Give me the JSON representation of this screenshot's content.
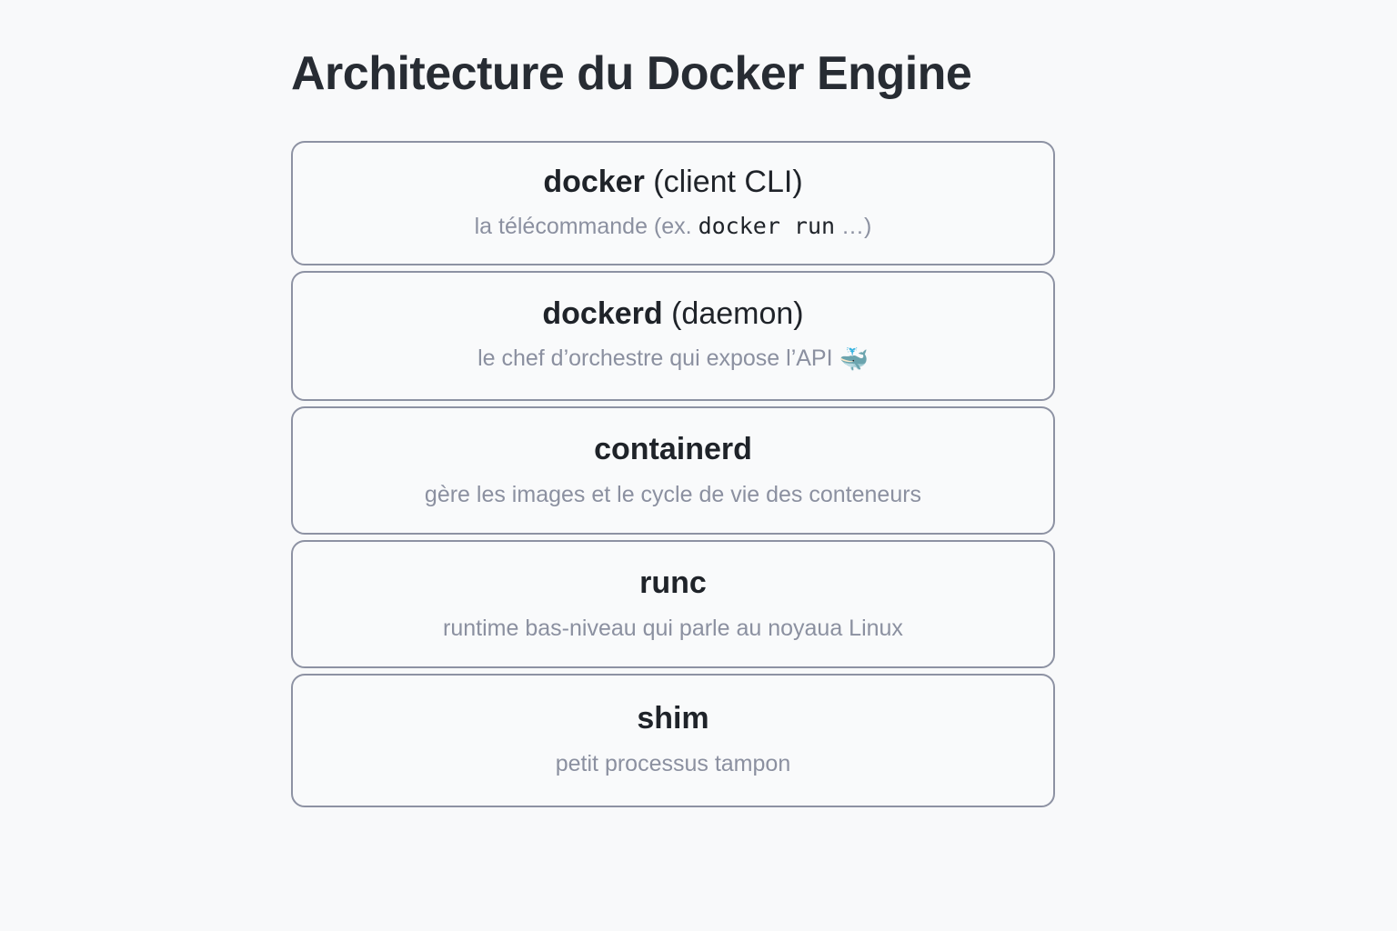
{
  "page": {
    "title": "Architecture du Docker Engine",
    "background_color": "#f8f9fa",
    "border_color": "#8d92a3",
    "title_color": "#272c33",
    "card_title_color": "#1f2329",
    "card_subtitle_color": "#8b90a0"
  },
  "layers": [
    {
      "name": "docker",
      "title_strong": "docker",
      "title_rest": " (client CLI)",
      "sub_prefix": "la télécommande (ex.",
      "sub_code": "docker run",
      "sub_suffix": "…)",
      "has_code": true,
      "has_glyph": false,
      "glyph": ""
    },
    {
      "name": "dockerd",
      "title_strong": "dockerd",
      "title_rest": " (daemon)",
      "sub_prefix": "le chef d’orchestre qui expose l’API",
      "sub_code": "",
      "sub_suffix": "",
      "has_code": false,
      "has_glyph": true,
      "glyph": "🐳"
    },
    {
      "name": "containerd",
      "title_strong": "containerd",
      "title_rest": "",
      "sub_prefix": "gère les images et le cycle de vie des conteneurs",
      "sub_code": "",
      "sub_suffix": "",
      "has_code": false,
      "has_glyph": false,
      "glyph": ""
    },
    {
      "name": "runc",
      "title_strong": "runc",
      "title_rest": "",
      "sub_prefix": "runtime bas-niveau qui parle au noyaua Linux",
      "sub_code": "",
      "sub_suffix": "",
      "has_code": false,
      "has_glyph": false,
      "glyph": ""
    },
    {
      "name": "shim",
      "title_strong": "shim",
      "title_rest": "",
      "sub_prefix": "petit processus tampon",
      "sub_code": "",
      "sub_suffix": "",
      "has_code": false,
      "has_glyph": false,
      "glyph": ""
    }
  ]
}
